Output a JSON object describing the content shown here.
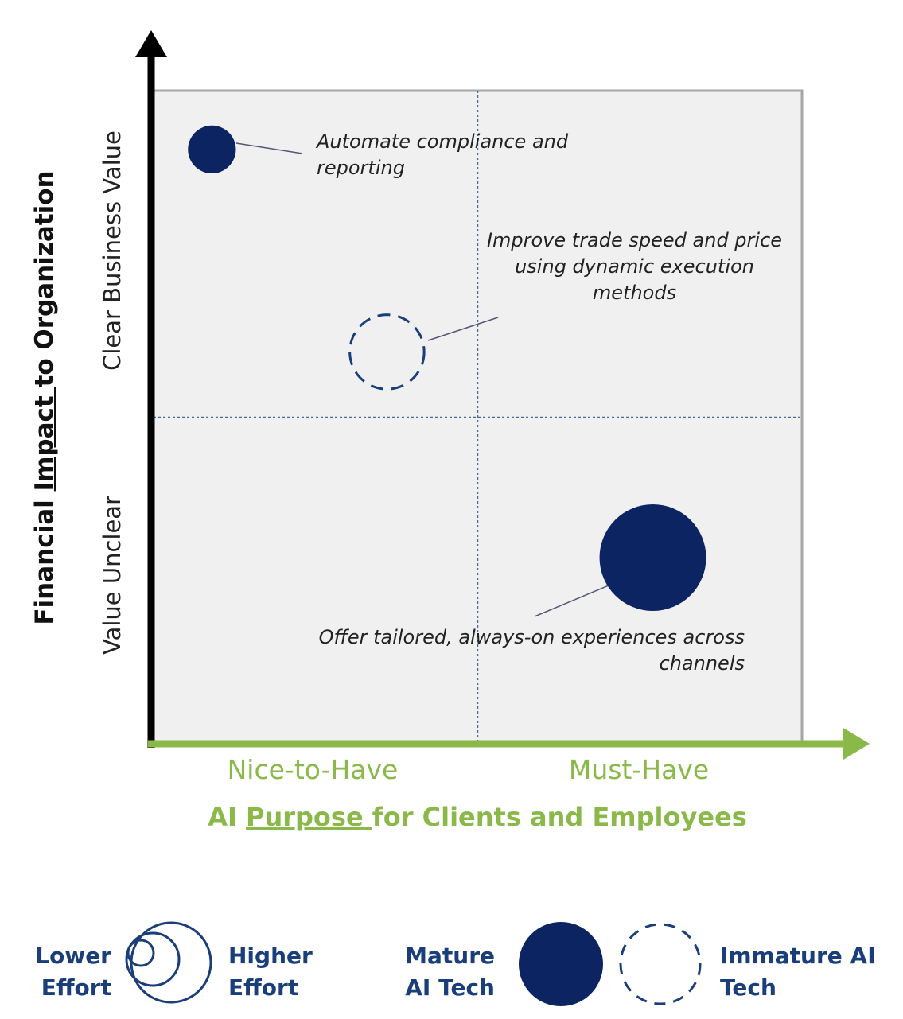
{
  "chart_data": {
    "type": "scatter",
    "xlabel_pre": "AI ",
    "xlabel_underlined": "Purpose ",
    "xlabel_post": "for Clients and Employees",
    "ylabel_pre": "Financial ",
    "ylabel_underlined": "Impact ",
    "ylabel_post": "to Organization",
    "x_categories": [
      "Nice-to-Have",
      "Must-Have"
    ],
    "y_categories": [
      "Value Unclear",
      "Clear Business Value"
    ],
    "xlim": [
      0,
      2
    ],
    "ylim": [
      0,
      2
    ],
    "grid": "quadrant dividers (dotted)",
    "points": [
      {
        "label": "Automate compliance and reporting",
        "x": 0.18,
        "y": 1.82,
        "effort": 0.18,
        "maturity": "Mature"
      },
      {
        "label": "Improve trade speed and price using dynamic execution methods",
        "x": 0.72,
        "y": 1.2,
        "effort": 0.55,
        "maturity": "Immature"
      },
      {
        "label": "Offer tailored, always-on experiences across channels",
        "x": 1.54,
        "y": 0.57,
        "effort": 1.0,
        "maturity": "Mature"
      }
    ],
    "colors": {
      "mature": "#0d2463",
      "immature_stroke": "#1a3e7a",
      "x_axis": "#8ab94a",
      "y_axis": "#000000",
      "plot_bg": "#f0f0f0"
    }
  },
  "annotations": {
    "a1": "Automate compliance and reporting",
    "a2": "Improve trade speed and price using dynamic execution methods",
    "a3": "Offer tailored, always-on experiences across channels"
  },
  "legend": {
    "lower_effort": "Lower Effort",
    "higher_effort": "Higher Effort",
    "mature": "Mature AI Tech",
    "immature": "Immature AI Tech"
  }
}
